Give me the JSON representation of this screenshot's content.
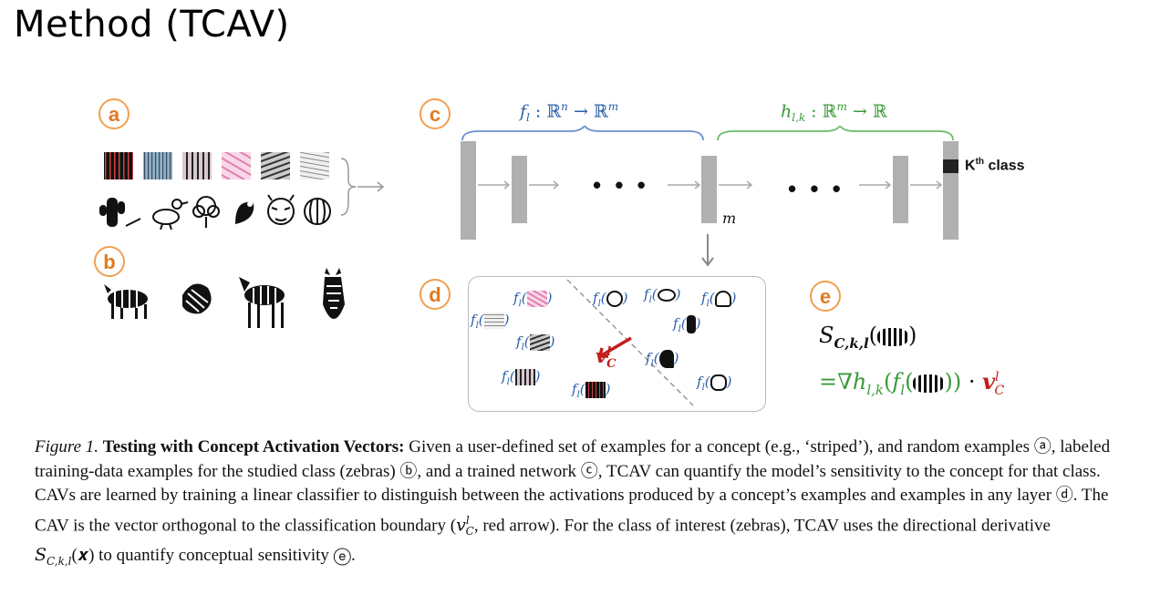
{
  "slide": {
    "title": "Method (TCAV)"
  },
  "labels": {
    "a": "a",
    "b": "b",
    "c": "c",
    "d": "d",
    "e": "e"
  },
  "network": {
    "f_map": "f",
    "f_sub": "l",
    "f_domain": " : ℝ",
    "f_n": "n",
    "f_arrow": " → ℝ",
    "f_m": "m",
    "h_map": "h",
    "h_sub": "l,k",
    "h_domain": " : ℝ",
    "h_m": "m",
    "h_arrow": " → ℝ",
    "layer_label": "m",
    "kth_class_K": "K",
    "kth_class_sup": "th",
    "kth_class_word": " class",
    "dots": "• • •"
  },
  "panel_d": {
    "f_label": "f",
    "f_sub": "l",
    "cav_symbol": "v",
    "cav_sup": "l",
    "cav_sub": "C"
  },
  "panel_e": {
    "s_symbol": "S",
    "s_sub": "C,k,l",
    "grad": "=∇",
    "h": "h",
    "h_sub": "l,k",
    "f": "f",
    "f_sub": "l",
    "dot": " · ",
    "v": "v",
    "v_sup": "l",
    "v_sub": "C"
  },
  "caption": {
    "fig": "Figure 1.",
    "bold": "Testing with Concept Activation Vectors:",
    "p1": " Given a user-defined set of examples for a concept (e.g., ‘striped’), and random examples ⓐ, labeled training-data examples for the studied class (zebras) ⓑ, and a trained network ⓒ, TCAV can quantify the model’s sensitivity to the concept for that class. CAVs are learned by training a linear classifier to distinguish between the activations produced by a concept’s examples and examples in any layer ⓓ. The CAV is the vector orthogonal to the classification boundary (",
    "cav": "v",
    "cav_sup": "l",
    "cav_sub": "C",
    "p2": ", red arrow). For the class of interest (zebras), TCAV uses the directional derivative ",
    "s": "S",
    "s_sub": "C,k,l",
    "s_arg": "(𝒙)",
    "p3": " to quantify conceptual sensitivity ⓔ."
  },
  "colors": {
    "accent_orange": "#e07a20",
    "blue": "#2a5fa8",
    "green": "#3a9a3a",
    "red": "#c0201a",
    "bar_gray": "#b0b0b0"
  }
}
